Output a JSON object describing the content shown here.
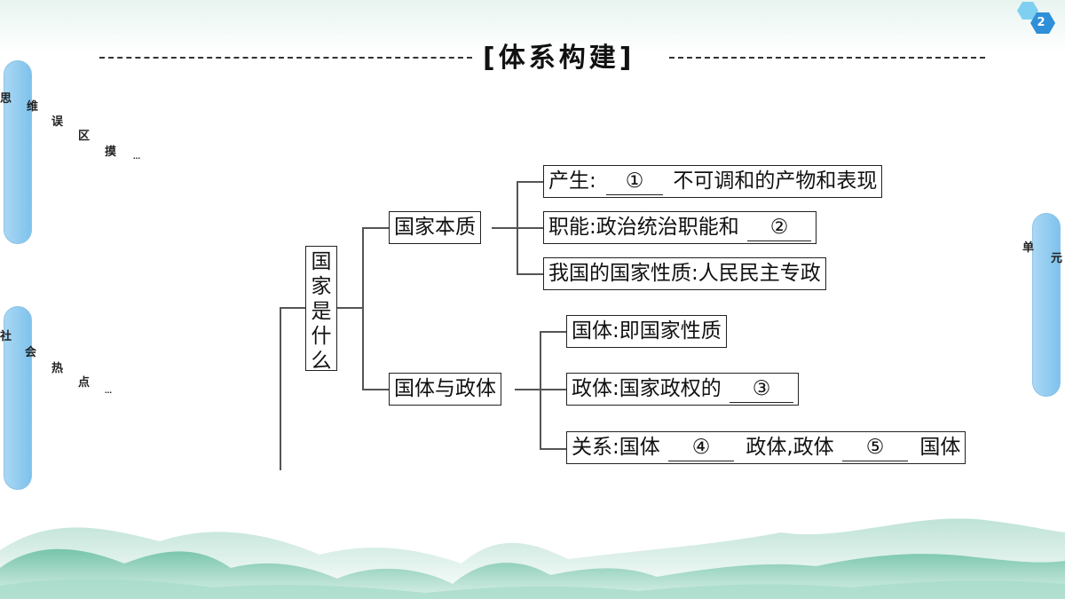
{
  "page": {
    "number": "2"
  },
  "title": "[体系构建]",
  "left_tabs": [
    {
      "chars": [
        "思",
        "维",
        "误",
        "区",
        "摸",
        "…"
      ]
    },
    {
      "chars": [
        "社",
        "会",
        "热",
        "点",
        "…"
      ]
    }
  ],
  "right_tab": {
    "chars": [
      "单",
      "元"
    ]
  },
  "tree": {
    "root": "国家是什么",
    "branches": [
      {
        "label": "国家本质",
        "items": [
          {
            "prefix": "产生:",
            "blank": "①",
            "suffix": "不可调和的产物和表现"
          },
          {
            "prefix": "职能:政治统治职能和",
            "blank": "②",
            "suffix": ""
          },
          {
            "prefix": "我国的国家性质:人民民主专政",
            "blank": "",
            "suffix": ""
          }
        ]
      },
      {
        "label": "国体与政体",
        "items": [
          {
            "prefix": "国体:即国家性质"
          },
          {
            "prefix": "政体:国家政权的",
            "blank": "③"
          },
          {
            "prefix": "关系:国体",
            "blank": "④",
            "middle": "政体,政体",
            "blank2": "⑤",
            "suffix": "国体"
          }
        ]
      }
    ]
  },
  "colors": {
    "tab": "#7fc2ec",
    "hex": "#3aa6e0",
    "mountains": "#5fb89a"
  }
}
